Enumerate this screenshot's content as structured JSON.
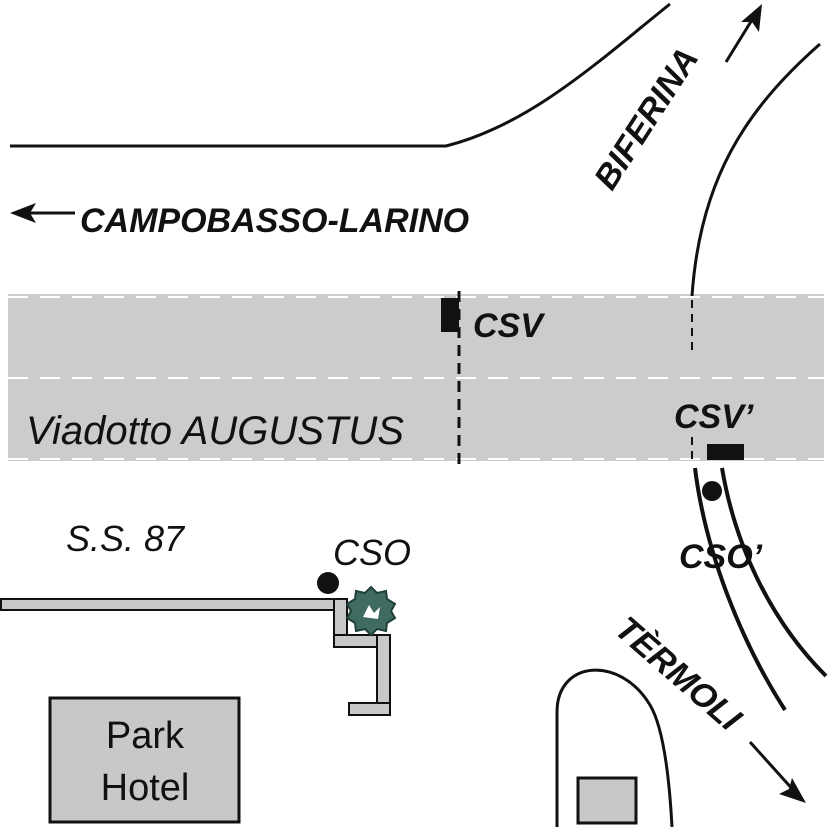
{
  "map": {
    "labels": {
      "campobasso_larino": "CAMPOBASSO-LARINO",
      "biferina": "BIFERINA",
      "termoli": "TÈRMOLI",
      "viaduct": "Viadotto AUGUSTUS",
      "ss87": "S.S. 87"
    },
    "stations": {
      "csv": "CSV",
      "csv_prime": "CSV’",
      "cso": "CSO",
      "cso_prime": "CSO’"
    },
    "hotel": {
      "line1": "Park",
      "line2": "Hotel"
    },
    "colors": {
      "viaduct_fill": "#cccccc",
      "building_fill": "#c8c8c8",
      "tree_fill": "#3f6b63",
      "ink": "#111111"
    }
  }
}
